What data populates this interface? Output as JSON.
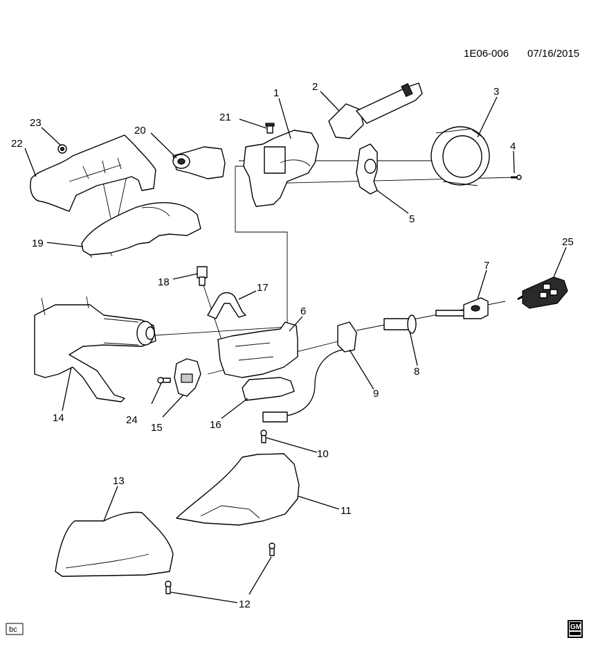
{
  "document_id": "1E06-006",
  "date": "07/16/2015",
  "footer_left_label": "bc",
  "footer_logo_text": "GM",
  "callouts": [
    "1",
    "2",
    "3",
    "4",
    "5",
    "6",
    "7",
    "8",
    "9",
    "10",
    "11",
    "12",
    "13",
    "14",
    "15",
    "16",
    "17",
    "18",
    "19",
    "20",
    "21",
    "22",
    "23",
    "24",
    "25"
  ],
  "colors": {
    "line": "#000000",
    "background": "#ffffff",
    "shade": "#2a2a2a"
  }
}
